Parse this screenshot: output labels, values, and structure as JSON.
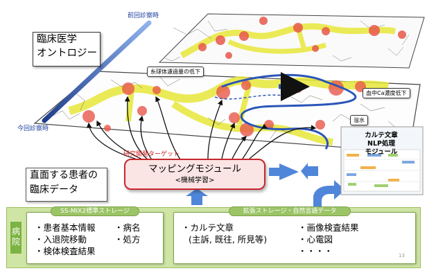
{
  "ontology": {
    "label_line1": "臨床医学",
    "label_line2": "オントロジー",
    "previous_visit": "前回診察時",
    "current_visit": "今回診察時"
  },
  "findings": {
    "gfr_decline": "糸球体濾過量の低下",
    "blood_ca_decline": "血中Ca濃度低下",
    "edema": "溢水"
  },
  "target_label": "研究開発ターゲット",
  "mapping_module": {
    "title": "マッピングモジュール",
    "subtitle": "<機械学習>"
  },
  "patient_data": {
    "line1": "直面する患者の",
    "line2": "臨床データ"
  },
  "nlp_module": {
    "line1": "カルテ文章",
    "line2": "NLP処理",
    "line3": "モジュール"
  },
  "hospital": {
    "label": "病院",
    "ssmix": {
      "title": "SS-MIX2標準ストレージ",
      "items": [
        "・患者基本情報",
        "・病名",
        "・入退院移動",
        "・処方",
        "・検体検査結果"
      ]
    },
    "extended": {
      "title": "拡張ストレージ・自然言語データ",
      "items": [
        "・カルテ文章",
        "(主訴, 既往, 所見等)",
        "・画像検査結果",
        "・心電図",
        "・・・・"
      ]
    }
  },
  "page_number": "13",
  "colors": {
    "ontology_link": "#e6e63a",
    "node": "#e8584c",
    "accent_blue": "#3b6fd0",
    "mapping_border": "#c8262d",
    "hospital_bg": "#cfe5a5"
  }
}
